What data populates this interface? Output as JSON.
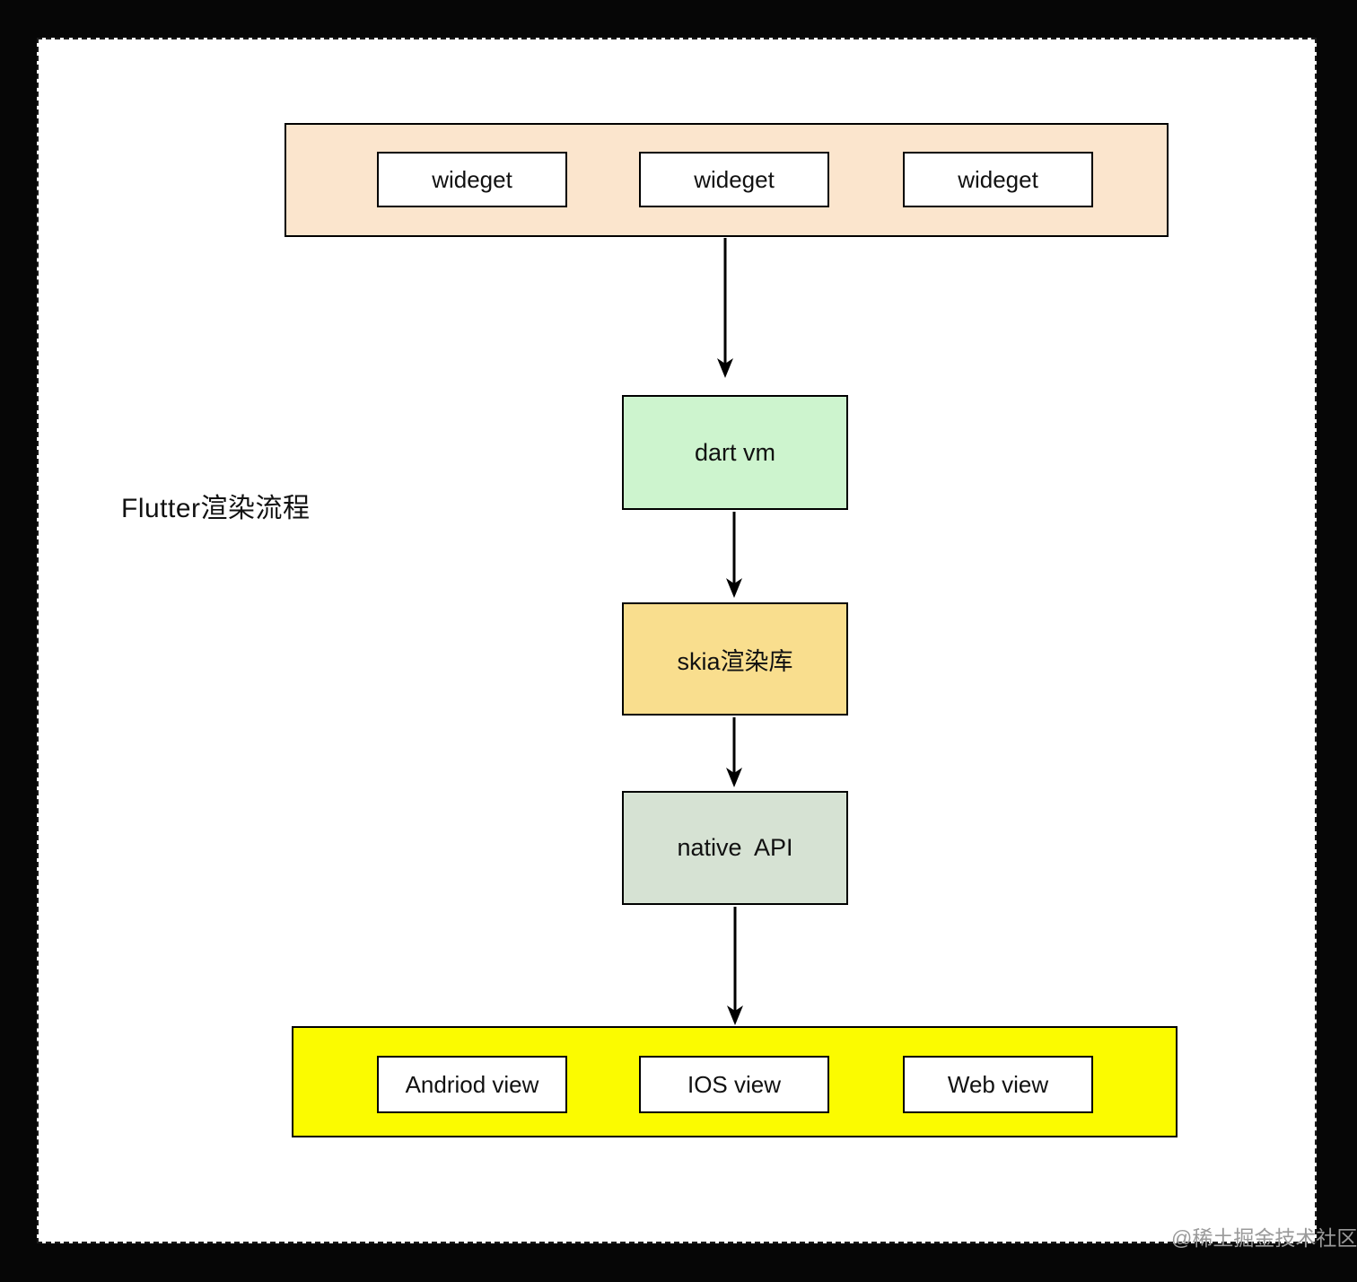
{
  "title": "Flutter渲染流程",
  "watermark": "@稀土掘金技术社区",
  "top_row": {
    "items": [
      "wideget",
      "wideget",
      "wideget"
    ]
  },
  "flow_nodes": {
    "dart_vm": "dart vm",
    "skia": "skia渲染库",
    "native_api": "native  API"
  },
  "bottom_row": {
    "items": [
      "Andriod view",
      "IOS view",
      "Web view"
    ]
  },
  "colors": {
    "page_background": "#ffffff",
    "outer_background": "#060606",
    "top_container_fill": "#fbe5cd",
    "dart_vm_fill": "#cdf4ce",
    "skia_fill": "#f9de8e",
    "native_api_fill": "#d6e2d3",
    "bottom_container_fill": "#fbfb00",
    "box_border": "#000000",
    "watermark_color": "#9a9a9a"
  }
}
